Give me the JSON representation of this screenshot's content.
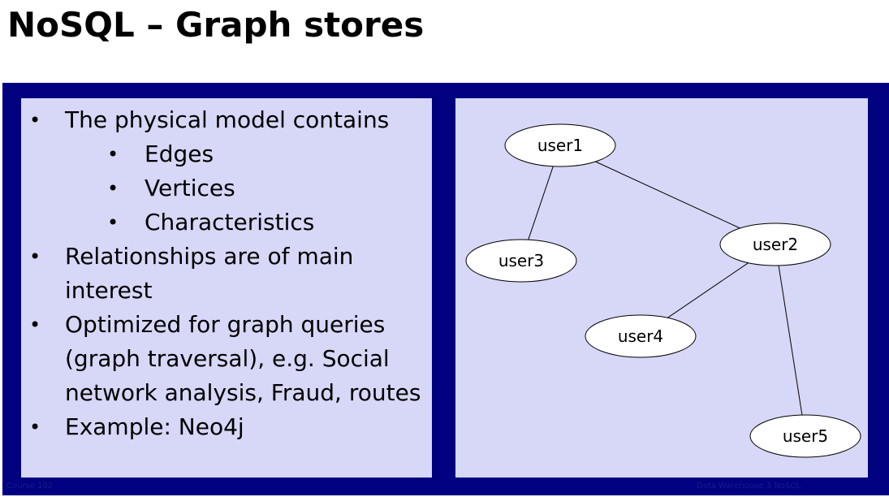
{
  "slide": {
    "title": "NoSQL – Graph stores"
  },
  "bullets": [
    {
      "level": 1,
      "text": "The physical model contains"
    },
    {
      "level": 2,
      "text": "Edges"
    },
    {
      "level": 2,
      "text": "Vertices"
    },
    {
      "level": 2,
      "text": "Characteristics"
    },
    {
      "level": 1,
      "text": "Relationships are of main interest"
    },
    {
      "level": 1,
      "text": "Optimized for graph queries (graph traversal), e.g. Social network analysis, Fraud, routes"
    },
    {
      "level": 1,
      "text": "Example: Neo4j"
    }
  ],
  "graph": {
    "nodes": [
      {
        "id": "user1",
        "label": "user1"
      },
      {
        "id": "user2",
        "label": "user2"
      },
      {
        "id": "user3",
        "label": "user3"
      },
      {
        "id": "user4",
        "label": "user4"
      },
      {
        "id": "user5",
        "label": "user5"
      }
    ],
    "edges": [
      {
        "from": "user1",
        "to": "user3"
      },
      {
        "from": "user1",
        "to": "user2"
      },
      {
        "from": "user2",
        "to": "user4"
      },
      {
        "from": "user2",
        "to": "user5"
      }
    ]
  },
  "footer": {
    "left": "Course 102",
    "right": "Data Warehouse 3 NoSQL"
  }
}
